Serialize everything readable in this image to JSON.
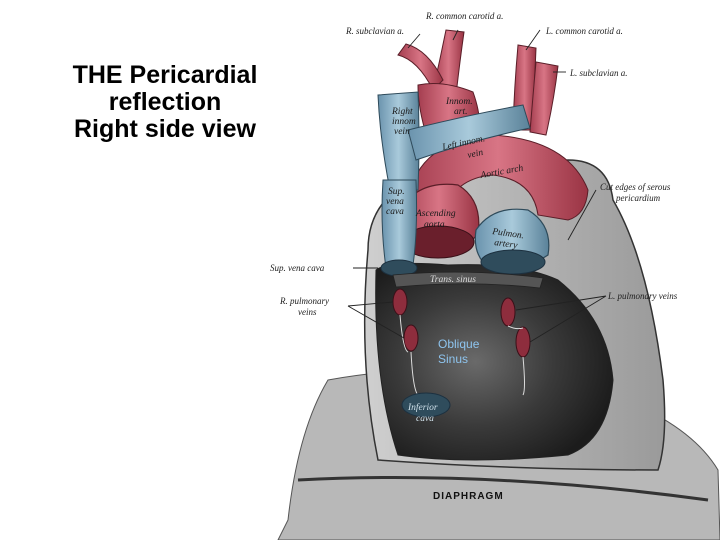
{
  "slide": {
    "title_lines": [
      "THE Pericardial",
      "reflection",
      "Right side view"
    ]
  },
  "diagram": {
    "labels": {
      "r_common_carotid": "R. common carotid a.",
      "r_subclavian": "R. subclavian a.",
      "l_common_carotid": "L. common carotid a.",
      "l_subclavian": "L. subclavian a.",
      "innom_art_1": "Innom.",
      "innom_art_2": "art.",
      "right_innom_vein_1": "Right",
      "right_innom_vein_2": "innom",
      "right_innom_vein_3": "vein",
      "left_innom_vein_1": "Left innom.",
      "left_innom_vein_2": "vein",
      "aortic_arch": "Aortic arch",
      "cut_edges_1": "Cut edges of serous",
      "cut_edges_2": "pericardium",
      "sup_vena_cava_in_1": "Sup.",
      "sup_vena_cava_in_2": "vena",
      "sup_vena_cava_in_3": "cava",
      "ascending_aorta_1": "Ascending",
      "ascending_aorta_2": "aorta",
      "pulmonary_artery_1": "Pulmon.",
      "pulmonary_artery_2": "artery",
      "sup_vena_cava": "Sup. vena cava",
      "trans_sinus": "Trans. sinus",
      "r_pulmonary_veins_1": "R. pulmonary",
      "r_pulmonary_veins_2": "veins",
      "l_pulmonary_veins": "L. pulmonary veins",
      "oblique_sinus_1": "Oblique",
      "oblique_sinus_2": "Sinus",
      "inferior_vena_cava_1": "Inferior",
      "inferior_vena_cava_2": "cava",
      "diaphragm": "DIAPHRAGM"
    }
  },
  "colors": {
    "artery": "#c55a6a",
    "artery_dark": "#8e2d3d",
    "vein": "#7fa8c0",
    "vein_dark": "#4d7890",
    "pericardium": "#3a3a3a",
    "sinus_text": "#8ec4ee"
  }
}
